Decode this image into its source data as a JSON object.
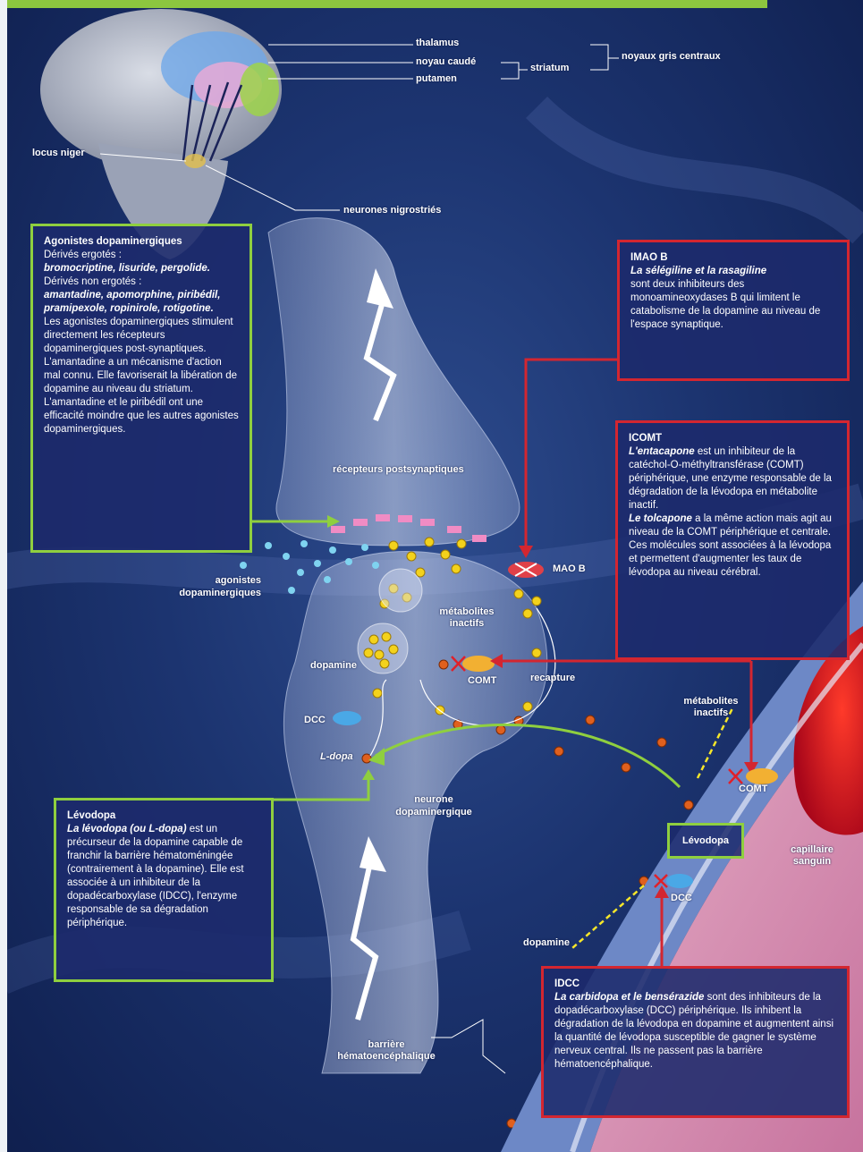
{
  "brain_labels": {
    "thalamus": "thalamus",
    "noyau_caude": "noyau caudé",
    "putamen": "putamen",
    "striatum": "striatum",
    "noyaux_gris": "noyaux gris centraux",
    "locus_niger": "locus niger",
    "neurones_nigrostries": "neurones nigrostriés"
  },
  "diagram_labels": {
    "recepteurs": "récepteurs postsynaptiques",
    "agonistes_line1": "agonistes",
    "agonistes_line2": "dopaminergiques",
    "mao_b": "MAO B",
    "metabolites_line1": "métabolites",
    "metabolites_line2": "inactifs",
    "dopamine": "dopamine",
    "comt": "COMT",
    "recapture": "recapture",
    "dcc": "DCC",
    "ldopa": "L-dopa",
    "neurone_line1": "neurone",
    "neurone_line2": "dopaminergique",
    "metabolites2_line1": "métabolites",
    "metabolites2_line2": "inactifs",
    "comt2": "COMT",
    "capillaire_line1": "capillaire",
    "capillaire_line2": "sanguin",
    "levodopa_small": "Lévodopa",
    "dcc2": "DCC",
    "dopamine2": "dopamine",
    "barriere_line1": "barrière",
    "barriere_line2": "hématoencéphalique"
  },
  "boxes": {
    "agonistes": {
      "title": "Agonistes dopaminergiques",
      "l1": "Dérivés ergotés :",
      "l2": "bromocriptine, lisuride, pergolide.",
      "l3": "Dérivés non ergotés :",
      "l4": "amantadine, apomorphine, piribédil, pramipexole, ropinirole, rotigotine.",
      "l5": "Les agonistes dopaminergiques stimulent directement les récepteurs dopaminergiques post-synaptiques.",
      "l6": "L'amantadine a un mécanisme d'action mal connu. Elle favoriserait la libération de dopamine au niveau du striatum.",
      "l7": "L'amantadine et le piribédil ont une efficacité moindre que les autres agonistes dopaminergiques."
    },
    "imao": {
      "title": "IMAO B",
      "l1": "La sélégiline et la rasagiline",
      "l2": "sont deux inhibiteurs des monoamineoxydases B qui limitent le catabolisme de la dopamine au niveau de l'espace synaptique."
    },
    "icomt": {
      "title": "ICOMT",
      "l1": "L'entacapone",
      "l2": "est un inhibiteur de la catéchol-O-méthyltransférase (COMT) périphérique, une enzyme responsable de la dégradation de la lévodopa en métabolite inactif.",
      "l3": "Le tolcapone",
      "l4": "a la même action mais agit au niveau de la COMT périphérique et centrale.",
      "l5": "Ces molécules sont associées à la lévodopa et permettent d'augmenter les taux de lévodopa au niveau cérébral."
    },
    "levodopa": {
      "title": "Lévodopa",
      "l1": "La lévodopa (ou L-dopa)",
      "l2": "est un précurseur de la dopamine capable de franchir la barrière hématoméningée (contrairement à la dopamine). Elle est associée à un inhibiteur de la dopadécarboxylase (IDCC), l'enzyme responsable de sa dégradation périphérique."
    },
    "idcc": {
      "title": "IDCC",
      "l1": "La carbidopa et le bensérazide",
      "l2": "sont des inhibiteurs de la dopadécarboxylase (DCC) périphérique. Ils inhibent la dégradation de la lévodopa en dopamine et augmentent ainsi la quantité de lévodopa susceptible de gagner le système nerveux central. Ils ne passent pas la barrière hématoencéphalique."
    }
  },
  "colors": {
    "green_frame": "#8fcf3f",
    "red_frame": "#d32630",
    "box_fill": "#1c2a6c",
    "dopamine_dot": "#f3d21c",
    "agonist_dot": "#7fd3f0",
    "ldopa_dot": "#e0601e"
  }
}
